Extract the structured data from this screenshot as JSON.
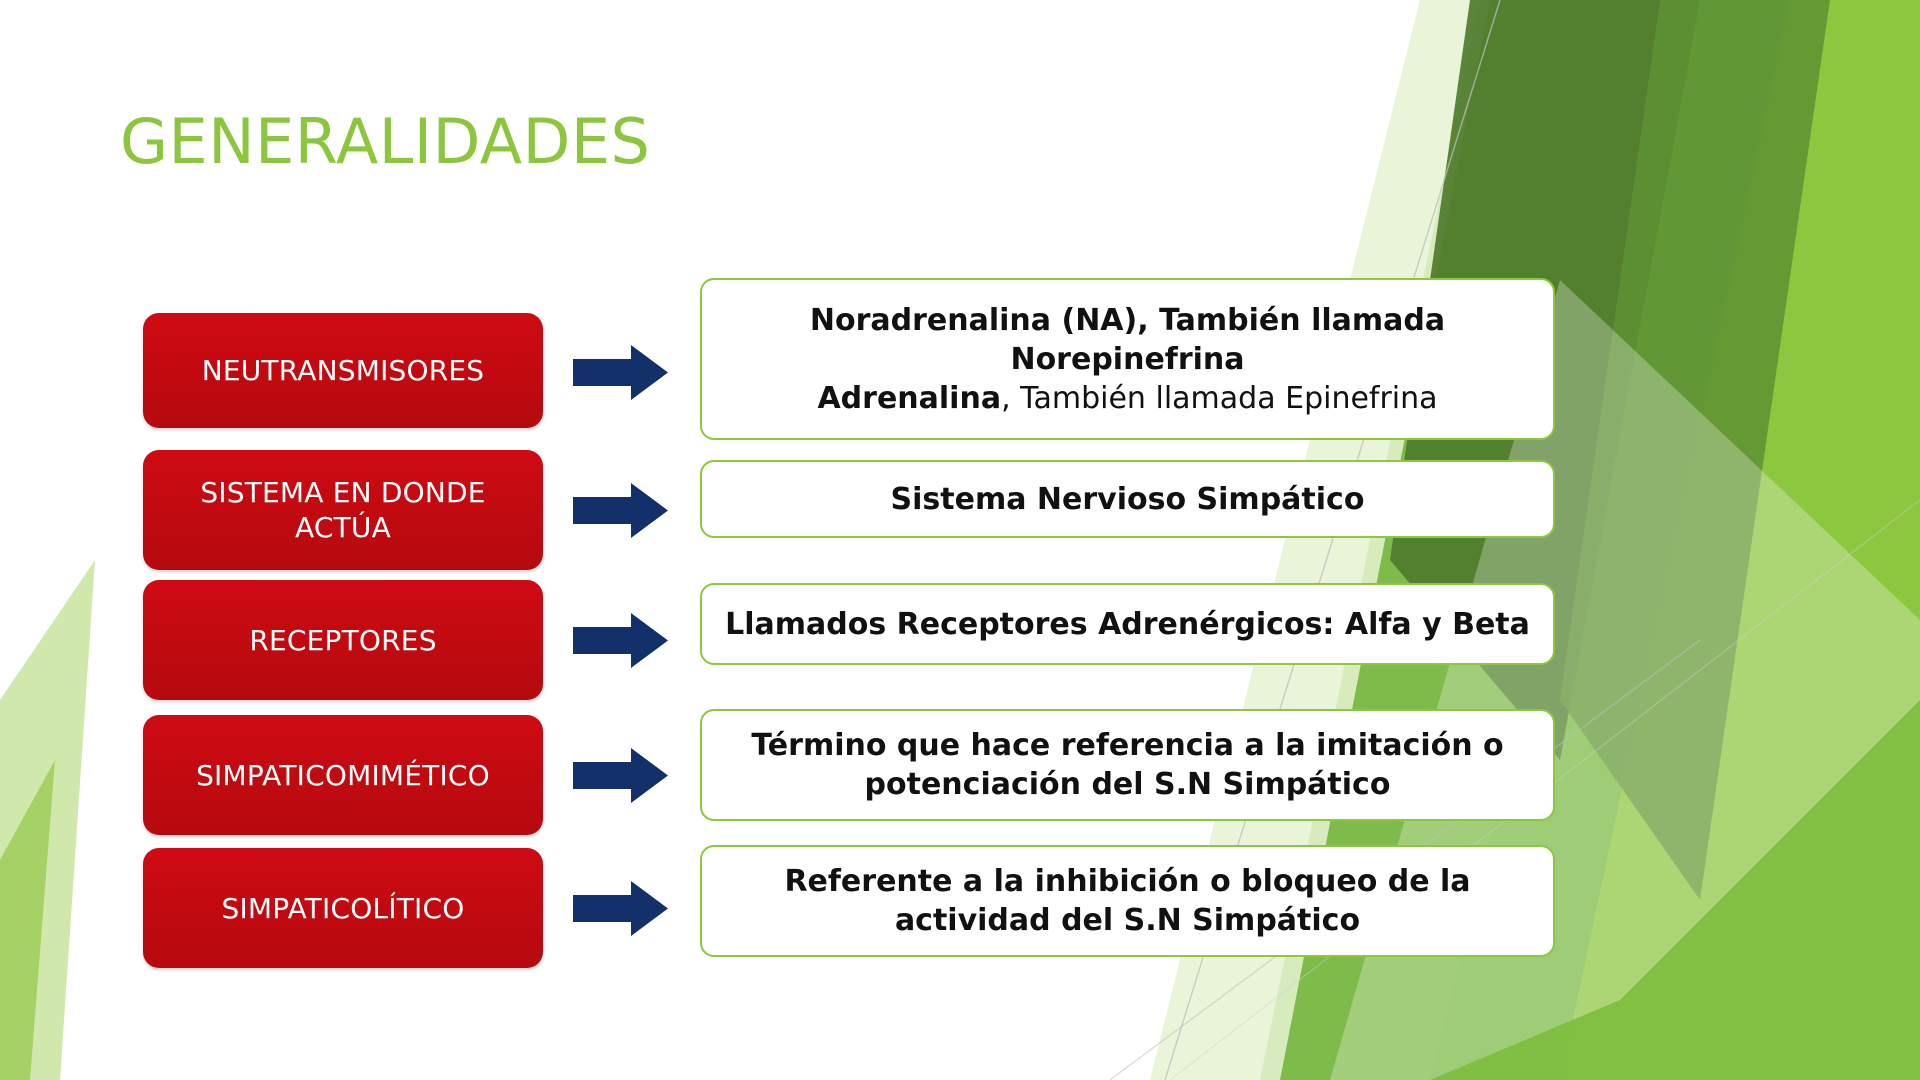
{
  "slide": {
    "title": "GENERALIDADES",
    "title_color": "#8CC63E",
    "background_color": "#FFFFFF",
    "accent_red": "#C00A10",
    "accent_green_outline": "#8DC63F",
    "arrow_color": "#13306B"
  },
  "rows": [
    {
      "label": "NEUTRANSMISORES",
      "arrow": "right-arrow",
      "content_lines": [
        {
          "bold": "Noradrenalina (NA), También llamada",
          "regular": ""
        },
        {
          "bold": "Norepinefrina",
          "regular": ""
        },
        {
          "bold": "Adrenalina",
          "regular": ", También llamada Epinefrina"
        }
      ]
    },
    {
      "label": "SISTEMA EN DONDE ACTÚA",
      "arrow": "right-arrow",
      "content_lines": [
        {
          "bold": "Sistema Nervioso Simpático",
          "regular": ""
        }
      ]
    },
    {
      "label": "RECEPTORES",
      "arrow": "right-arrow",
      "content_lines": [
        {
          "bold": "Llamados Receptores Adrenérgicos: Alfa y Beta",
          "regular": ""
        }
      ]
    },
    {
      "label": "SIMPATICOMIMÉTICO",
      "arrow": "right-arrow",
      "content_lines": [
        {
          "bold": "Término que hace referencia a la imitación o",
          "regular": ""
        },
        {
          "bold": "potenciación del S.N Simpático",
          "regular": ""
        }
      ]
    },
    {
      "label": "SIMPATICOLÍTICO",
      "arrow": "right-arrow",
      "content_lines": [
        {
          "bold": "Referente a la inhibición o bloqueo de la",
          "regular": ""
        },
        {
          "bold": "actividad del S.N Simpático",
          "regular": ""
        }
      ]
    }
  ]
}
